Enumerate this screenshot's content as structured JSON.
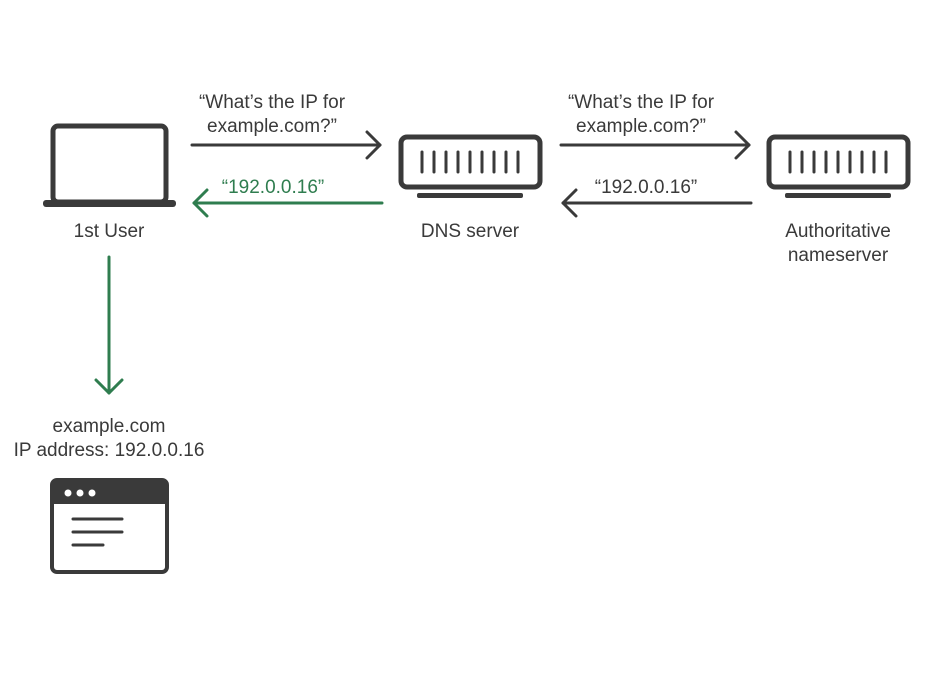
{
  "nodes": {
    "user": {
      "label": "1st User"
    },
    "dns": {
      "label": "DNS server"
    },
    "auth": {
      "label_lines": [
        "Authoritative",
        "nameserver"
      ]
    }
  },
  "messages": {
    "user_query": {
      "lines": [
        "“What’s the IP for",
        "example.com?”"
      ]
    },
    "dns_response": {
      "text": "“192.0.0.16”"
    },
    "dns_query": {
      "lines": [
        "“What’s the IP for",
        "example.com?”"
      ]
    },
    "auth_response": {
      "text": "“192.0.0.16”"
    }
  },
  "result": {
    "lines": [
      "example.com",
      "IP address: 192.0.0.16"
    ]
  },
  "colors": {
    "ink": "#3a3a3a",
    "green": "#2f7d4f"
  }
}
